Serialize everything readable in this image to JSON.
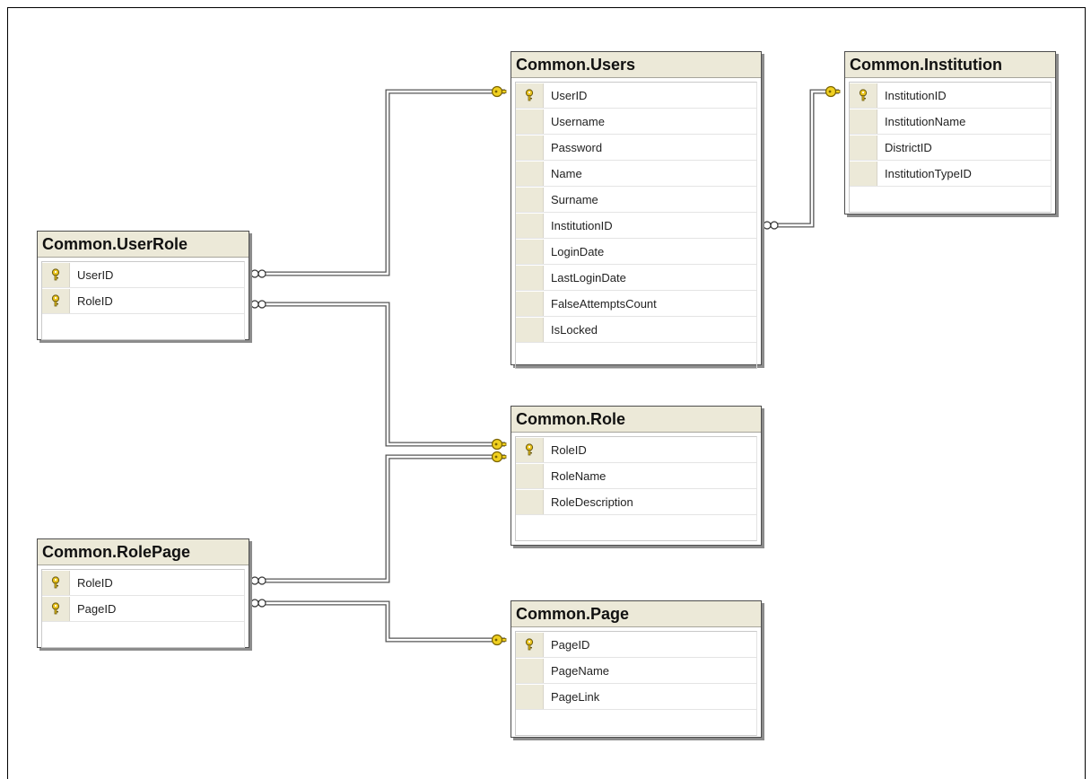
{
  "diagram": {
    "tables": [
      {
        "name": "Common.Users",
        "columns": [
          {
            "name": "UserID",
            "pk": true
          },
          {
            "name": "Username",
            "pk": false
          },
          {
            "name": "Password",
            "pk": false
          },
          {
            "name": "Name",
            "pk": false
          },
          {
            "name": "Surname",
            "pk": false
          },
          {
            "name": "InstitutionID",
            "pk": false
          },
          {
            "name": "LoginDate",
            "pk": false
          },
          {
            "name": "LastLoginDate",
            "pk": false
          },
          {
            "name": "FalseAttemptsCount",
            "pk": false
          },
          {
            "name": "IsLocked",
            "pk": false
          }
        ]
      },
      {
        "name": "Common.Institution",
        "columns": [
          {
            "name": "InstitutionID",
            "pk": true
          },
          {
            "name": "InstitutionName",
            "pk": false
          },
          {
            "name": "DistrictID",
            "pk": false
          },
          {
            "name": "InstitutionTypeID",
            "pk": false
          }
        ]
      },
      {
        "name": "Common.UserRole",
        "columns": [
          {
            "name": "UserID",
            "pk": true
          },
          {
            "name": "RoleID",
            "pk": true
          }
        ]
      },
      {
        "name": "Common.Role",
        "columns": [
          {
            "name": "RoleID",
            "pk": true
          },
          {
            "name": "RoleName",
            "pk": false
          },
          {
            "name": "RoleDescription",
            "pk": false
          }
        ]
      },
      {
        "name": "Common.RolePage",
        "columns": [
          {
            "name": "RoleID",
            "pk": true
          },
          {
            "name": "PageID",
            "pk": true
          }
        ]
      },
      {
        "name": "Common.Page",
        "columns": [
          {
            "name": "PageID",
            "pk": true
          },
          {
            "name": "PageName",
            "pk": false
          },
          {
            "name": "PageLink",
            "pk": false
          }
        ]
      }
    ],
    "relationships": [
      {
        "from": "Common.UserRole",
        "from_column": "UserID",
        "to": "Common.Users",
        "to_column": "UserID",
        "cardinality": "many-to-one"
      },
      {
        "from": "Common.Users",
        "from_column": "InstitutionID",
        "to": "Common.Institution",
        "to_column": "InstitutionID",
        "cardinality": "many-to-one"
      },
      {
        "from": "Common.UserRole",
        "from_column": "RoleID",
        "to": "Common.Role",
        "to_column": "RoleID",
        "cardinality": "many-to-one"
      },
      {
        "from": "Common.RolePage",
        "from_column": "RoleID",
        "to": "Common.Role",
        "to_column": "RoleID",
        "cardinality": "many-to-one"
      },
      {
        "from": "Common.RolePage",
        "from_column": "PageID",
        "to": "Common.Page",
        "to_column": "PageID",
        "cardinality": "many-to-one"
      }
    ],
    "colors": {
      "title_bar": "#ece9d8",
      "key_icon": "#e8c21c",
      "connector_end": "#f0d020",
      "line": "#555555"
    }
  }
}
